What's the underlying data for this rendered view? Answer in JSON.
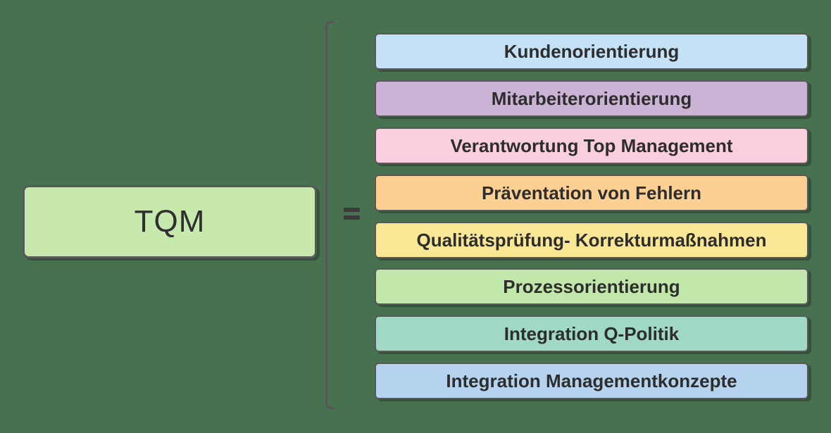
{
  "diagram": {
    "title_node": {
      "label": "TQM",
      "fill": "#c8e9ad"
    },
    "equals_sign": "=",
    "components": [
      {
        "label": "Kundenorientierung",
        "fill": "#c4e1f6"
      },
      {
        "label": "Mitarbeiterorientierung",
        "fill": "#cbb3d6"
      },
      {
        "label": "Verantwortung Top Management",
        "fill": "#f9cfdf"
      },
      {
        "label": "Präventation von Fehlern",
        "fill": "#fccf92"
      },
      {
        "label": "Qualitätsprüfung- Korrekturmaßnahmen",
        "fill": "#fae796"
      },
      {
        "label": "Prozessorientierung",
        "fill": "#c2e7aa"
      },
      {
        "label": "Integration Q-Politik",
        "fill": "#a0d9c4"
      },
      {
        "label": "Integration Managementkonzepte",
        "fill": "#b5d3ee"
      }
    ],
    "colors": {
      "background": "#48714f",
      "box_border": "#595959",
      "bracket_line": "#565656",
      "equals": "#3b3b3b",
      "text": "#2d2d2d"
    }
  }
}
